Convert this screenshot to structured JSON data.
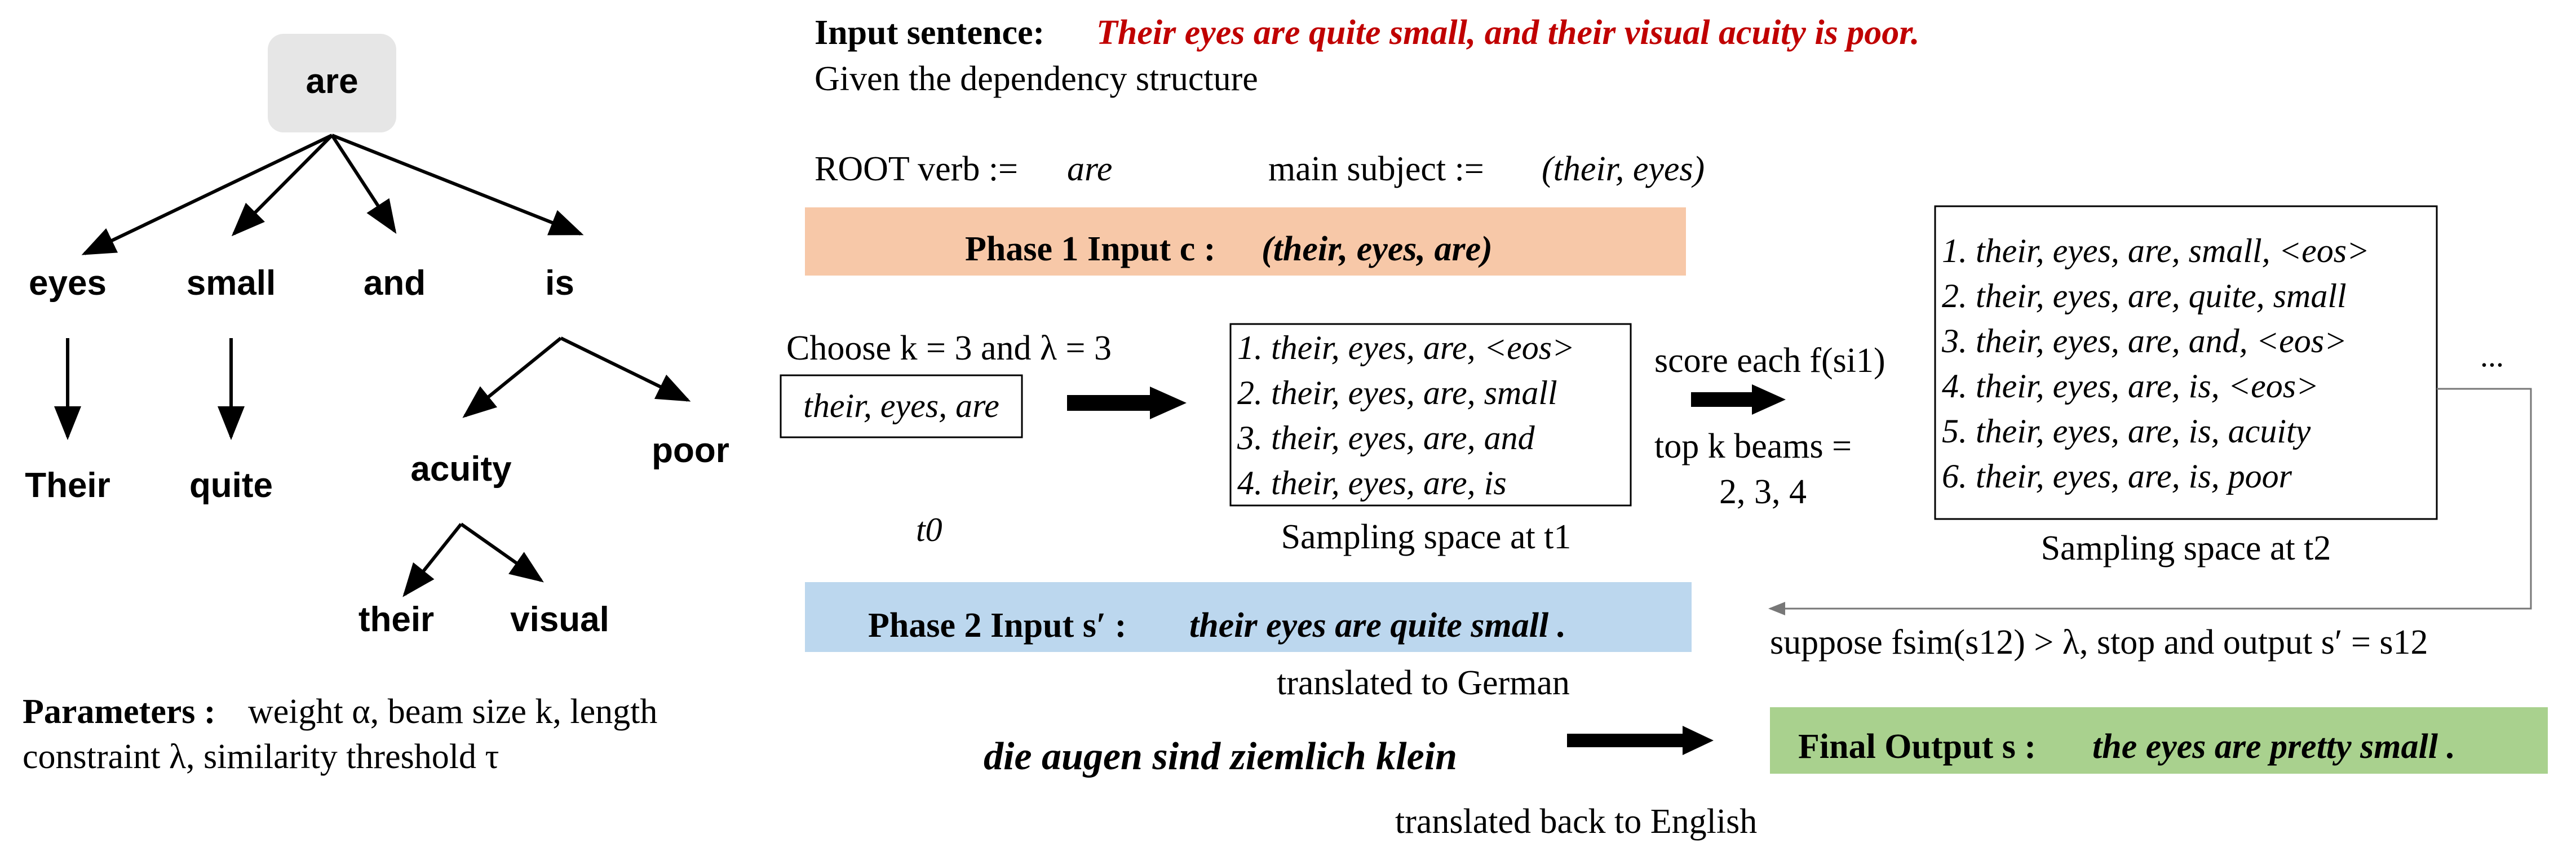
{
  "tree": {
    "root": "are",
    "level1": [
      "eyes",
      "small",
      "and",
      "is"
    ],
    "level2": [
      "Their",
      "quite",
      "acuity",
      "poor"
    ],
    "level3": [
      "their",
      "visual"
    ]
  },
  "parameters": {
    "label": "Parameters :",
    "line1": "weight α, beam size k, length",
    "line2": "constraint λ, similarity threshold τ"
  },
  "header": {
    "input_label": "Input sentence:",
    "input_sentence": "Their eyes are quite small, and their visual acuity is poor.",
    "dependency_line": "Given the dependency structure",
    "root_verb_label": "ROOT verb :=",
    "root_verb_value": "are",
    "main_subject_label": "main subject :=",
    "main_subject_value": "(their, eyes)"
  },
  "phase1": {
    "label": "Phase 1 Input c :",
    "value": "(their, eyes, are)"
  },
  "step0": {
    "choose": "Choose k = 3 and λ = 3",
    "box": "their, eyes, are",
    "time": "t0"
  },
  "sampling_t1": {
    "items": [
      "1.  their, eyes, are, <eos>",
      "2.  their, eyes, are, small",
      "3.  their, eyes, are, and",
      "4.  their, eyes, are, is"
    ],
    "caption": "Sampling space at t1"
  },
  "scoring": {
    "line1": "score each f(si1)",
    "line2": "top k beams =",
    "line3": "2, 3, 4"
  },
  "sampling_t2": {
    "items": [
      "1.  their, eyes, are, small, <eos>",
      "2.  their, eyes, are, quite, small",
      "3.  their, eyes, are, and, <eos>",
      "4.  their, eyes, are, is, <eos>",
      "5.  their, eyes, are, is, acuity",
      "6.  their, eyes, are, is, poor"
    ],
    "caption": "Sampling space at t2",
    "ellipsis": "..."
  },
  "phase2": {
    "label": "Phase 2 Input s′ :",
    "value": "their eyes are quite small ."
  },
  "translation": {
    "to_german": "translated to German",
    "german": "die augen sind ziemlich klein",
    "back": "translated back to English"
  },
  "stop_rule": "suppose fsim(s12) > λ, stop and output s′ = s12",
  "final": {
    "label": "Final Output s :",
    "value": "the eyes are pretty small ."
  },
  "colors": {
    "root_node": "#e6e6e6",
    "phase1": "#f7c8a8",
    "phase2": "#bcd7ee",
    "final": "#a9d18e",
    "input_sentence": "#c00000"
  }
}
